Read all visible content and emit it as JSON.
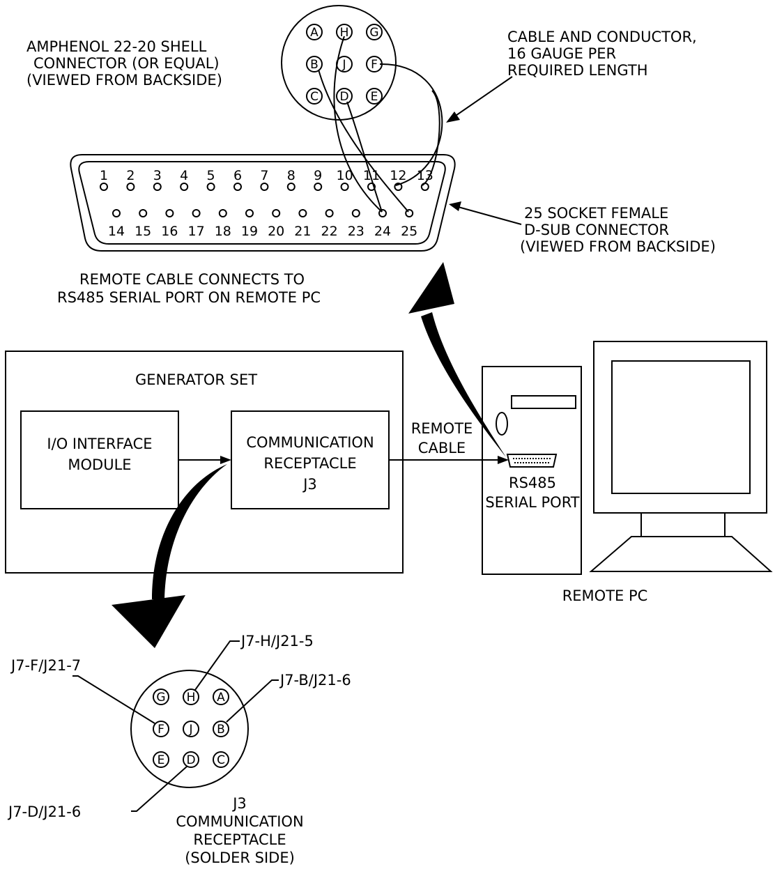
{
  "amphenol": {
    "label_lines": [
      "AMPHENOL 22-20 SHELL",
      "CONNECTOR (OR EQUAL)",
      "(VIEWED FROM BACKSIDE)"
    ],
    "pins": [
      "A",
      "H",
      "G",
      "B",
      "J",
      "F",
      "C",
      "D",
      "E"
    ]
  },
  "cable_label_lines": [
    "CABLE AND CONDUCTOR,",
    "16 GAUGE PER",
    "REQUIRED LENGTH"
  ],
  "dsub": {
    "top_numbers": [
      "1",
      "2",
      "3",
      "4",
      "5",
      "6",
      "7",
      "8",
      "9",
      "10",
      "11",
      "12",
      "13"
    ],
    "bottom_numbers": [
      "14",
      "15",
      "16",
      "17",
      "18",
      "19",
      "20",
      "21",
      "22",
      "23",
      "24",
      "25"
    ],
    "label_lines": [
      "25 SOCKET FEMALE",
      "D-SUB CONNECTOR",
      "(VIEWED FROM BACKSIDE)"
    ]
  },
  "remote_note_lines": [
    "REMOTE CABLE CONNECTS TO",
    "RS485 SERIAL PORT ON REMOTE PC"
  ],
  "genset": {
    "title": "GENERATOR SET",
    "io_module_lines": [
      "I/O INTERFACE",
      "MODULE"
    ],
    "comm_receptacle_lines": [
      "COMMUNICATION",
      "RECEPTACLE",
      "J3"
    ]
  },
  "remote_cable_lines": [
    "REMOTE",
    "CABLE"
  ],
  "serial_port_lines": [
    "RS485",
    "SERIAL PORT"
  ],
  "remote_pc_label": "REMOTE PC",
  "j3_detail": {
    "pins": [
      "G",
      "H",
      "A",
      "F",
      "J",
      "B",
      "E",
      "D",
      "C"
    ],
    "callouts": {
      "h": "J7-H/J21-5",
      "f": "J7-F/J21-7",
      "b": "J7-B/J21-6",
      "d": "J7-D/J21-6"
    },
    "caption_lines": [
      "J3",
      "COMMUNICATION",
      "RECEPTACLE",
      "(SOLDER SIDE)"
    ]
  }
}
